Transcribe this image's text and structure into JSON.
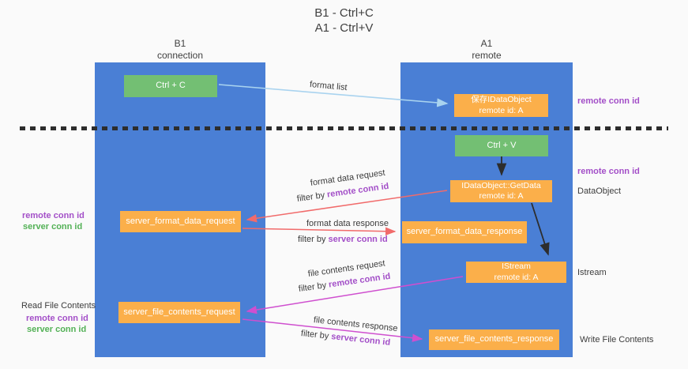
{
  "title": {
    "line1": "B1 - Ctrl+C",
    "line2": "A1 - Ctrl+V"
  },
  "lanes": {
    "left": {
      "name": "B1",
      "subtitle": "connection"
    },
    "right": {
      "name": "A1",
      "subtitle": "remote"
    }
  },
  "nodes": {
    "ctrl_c": "Ctrl + C",
    "ctrl_v": "Ctrl + V",
    "save_idataobject": {
      "line1": "保存IDataObject",
      "line2": "remote id: A"
    },
    "getdata": {
      "line1": "IDataObject::GetData",
      "line2": "remote id: A"
    },
    "istream": {
      "line1": "IStream",
      "line2": "remote id: A"
    },
    "server_format_data_request": "server_format_data_request",
    "server_format_data_response": "server_format_data_response",
    "server_file_contents_request": "server_file_contents_request",
    "server_file_contents_response": "server_file_contents_response"
  },
  "arrow_labels": {
    "format_list": "format list",
    "format_data_request": "format data request",
    "format_data_response": "format data response",
    "file_contents_request": "file contents request",
    "file_contents_response": "file contents response",
    "filter_by": "filter by ",
    "remote_conn_id": "remote conn id",
    "server_conn_id": "server conn id"
  },
  "side_labels": {
    "remote_conn_id": "remote conn id",
    "server_conn_id": "server conn id",
    "dataobject": "DataObject",
    "istream": "Istream",
    "read_file_contents": "Read File Contents",
    "write_file_contents": "Write File Contents"
  },
  "colors": {
    "lane_blue": "#4a7fd5",
    "node_orange": "#fbaf4a",
    "node_green": "#73bf73",
    "arrow_lightblue": "#a9d3ef",
    "arrow_salmon": "#f16b6b",
    "arrow_magenta": "#cf4fcf",
    "label_purple": "#a34fc8",
    "label_green": "#53b156",
    "background": "#fafafa"
  }
}
